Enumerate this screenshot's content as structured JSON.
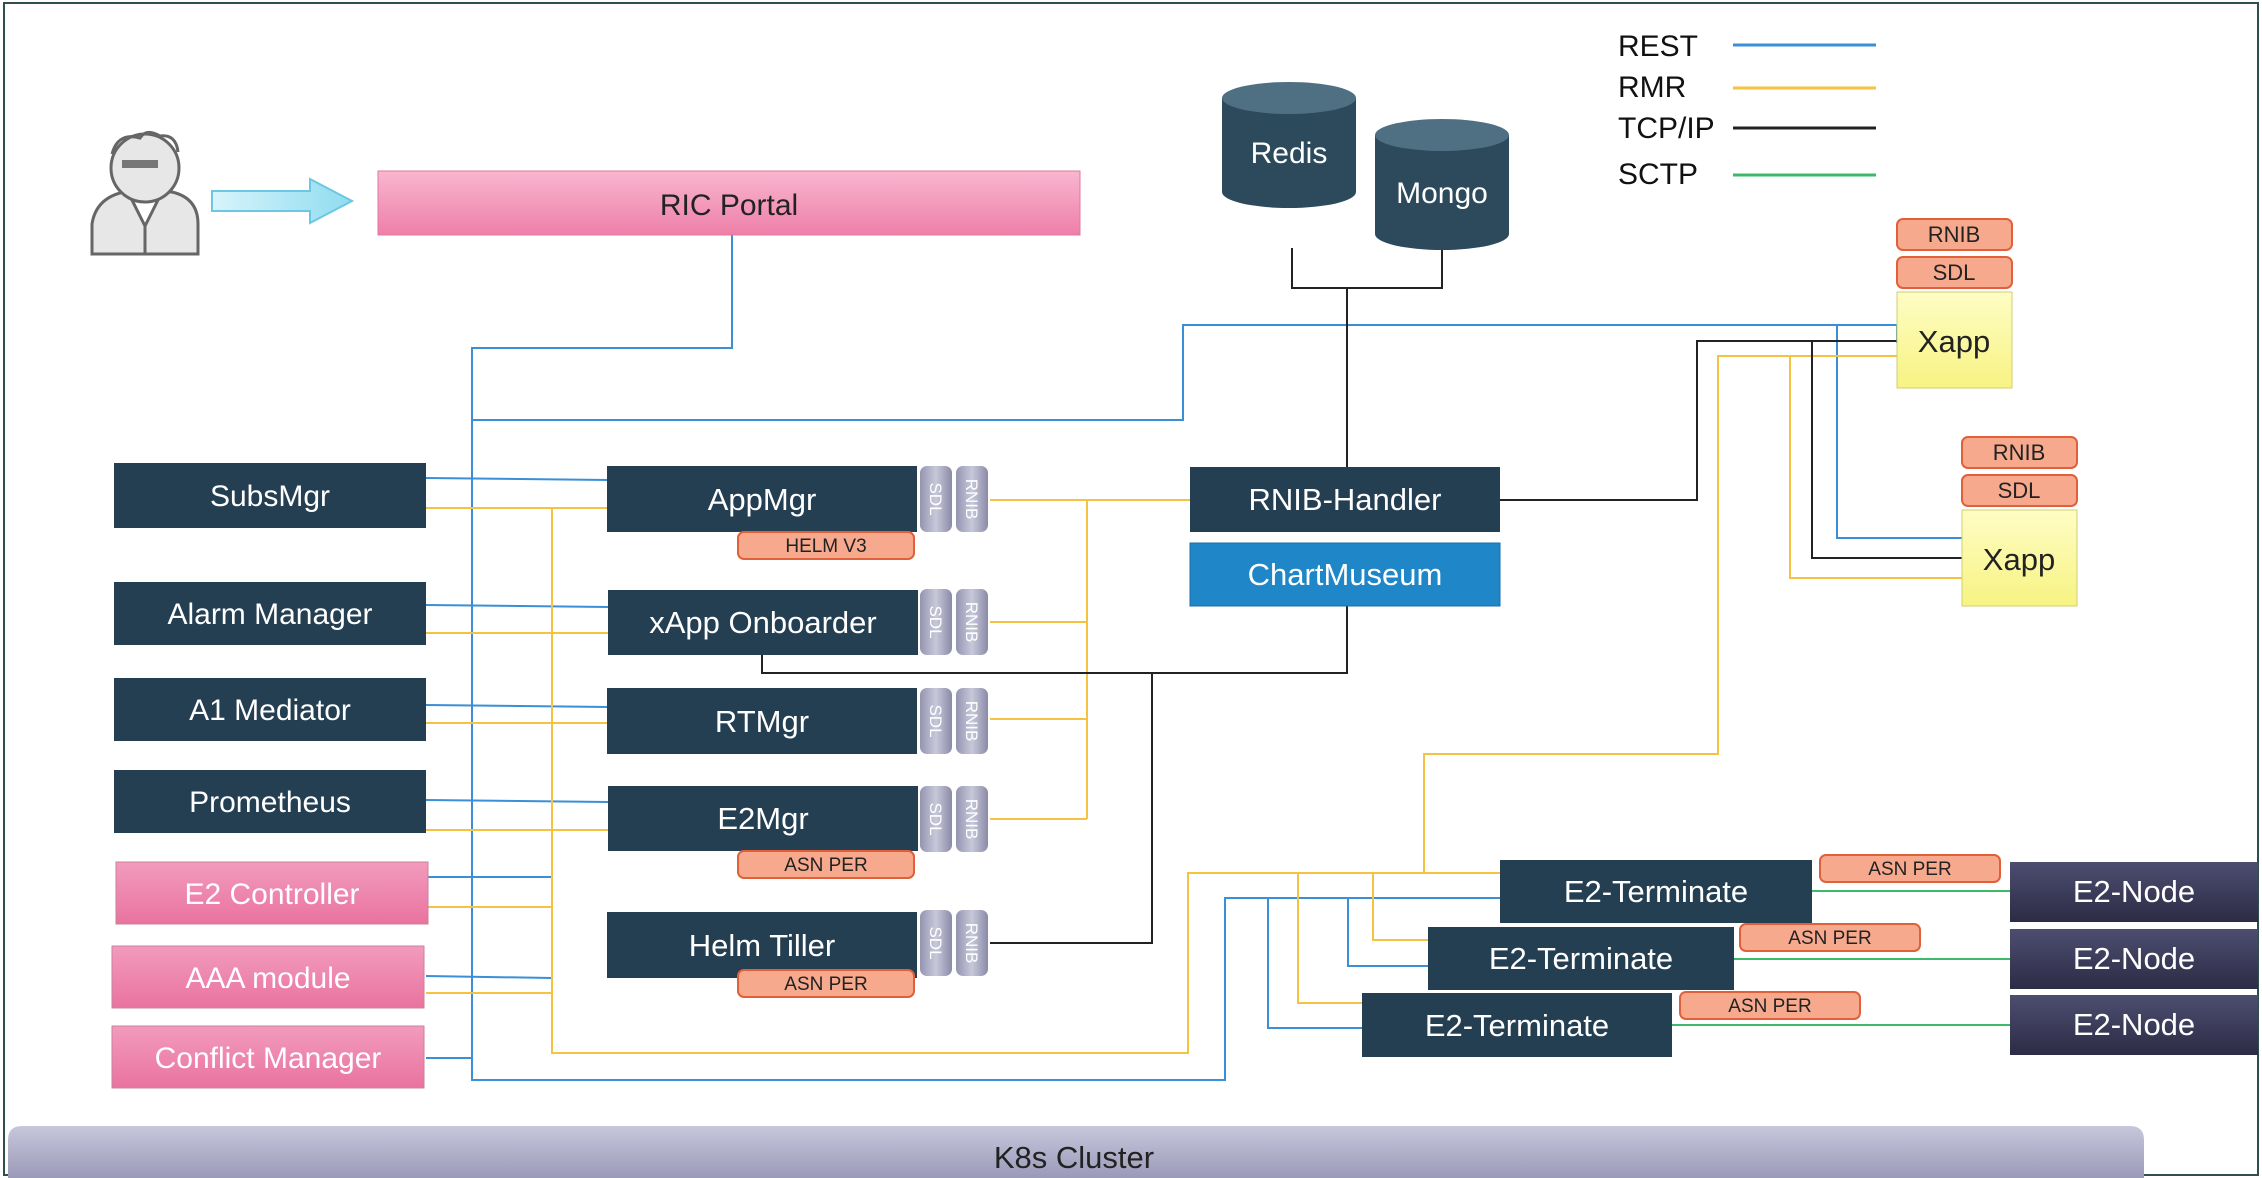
{
  "legend": [
    {
      "label": "REST",
      "color": "#3a8fd6"
    },
    {
      "label": "RMR",
      "color": "#f5c242"
    },
    {
      "label": "TCP/IP",
      "color": "#222222"
    },
    {
      "label": "SCTP",
      "color": "#3cba6a"
    }
  ],
  "user_icon": "user-icon",
  "arrow_icon": "right-arrow-icon",
  "portal": {
    "label": "RIC Portal"
  },
  "databases": {
    "redis": "Redis",
    "mongo": "Mongo"
  },
  "left_components": {
    "subsmgr": "SubsMgr",
    "alarm_manager": "Alarm Manager",
    "a1_mediator": "A1 Mediator",
    "prometheus": "Prometheus",
    "e2_controller": "E2 Controller",
    "aaa_module": "AAA module",
    "conflict_manager": "Conflict Manager"
  },
  "platform": {
    "appmgr": "AppMgr",
    "xapp_onboarder": "xApp Onboarder",
    "rtmgr": "RTMgr",
    "e2mgr": "E2Mgr",
    "helm_tiller": "Helm Tiller"
  },
  "side_tags": {
    "sdl": "SDL",
    "rnib": "RNIB"
  },
  "badges": {
    "helm_v3": "HELM V3",
    "asn_per": "ASN PER"
  },
  "rnib_handler": "RNIB-Handler",
  "chartmuseum": "ChartMuseum",
  "xapps": [
    {
      "label": "Xapp",
      "rnib": "RNIB",
      "sdl": "SDL"
    },
    {
      "label": "Xapp",
      "rnib": "RNIB",
      "sdl": "SDL"
    }
  ],
  "e2_terminates": [
    "E2-Terminate",
    "E2-Terminate",
    "E2-Terminate"
  ],
  "e2_nodes": [
    "E2-Node",
    "E2-Node",
    "E2-Node"
  ],
  "cluster": "K8s Cluster",
  "colors": {
    "dark_box": "#243f52",
    "pink_box": "#ec7fa6",
    "portal_pink": "#f291b4",
    "chartmuseum_blue": "#1f86c8",
    "xapp_yellow": "#fdfa9c",
    "badge_orange": "#f7a98e",
    "node_dark": "#3d3d5c",
    "cluster_gray": "#a9a9c6"
  }
}
